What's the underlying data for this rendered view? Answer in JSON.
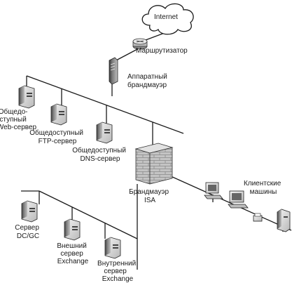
{
  "labels": {
    "internet": "Internet",
    "router": "Маршрутизатор",
    "hw_firewall": [
      "Аппаратный",
      "брандмауэр"
    ],
    "web_server": [
      "Общедо-",
      "ступный",
      "Web-сервер"
    ],
    "ftp_server": [
      "Общедоступный",
      "FTP-сервер"
    ],
    "dns_server": [
      "Общедоступный",
      "DNS-сервер"
    ],
    "isa_firewall": [
      "Брандмауэр",
      "ISA"
    ],
    "clients": [
      "Клиентские",
      "машины"
    ],
    "dc_server": [
      "Сервер",
      "DC/GC"
    ],
    "exchange_external": [
      "Внешний",
      "сервер",
      "Exchange"
    ],
    "exchange_internal": [
      "Внутренний",
      "сервер",
      "Exchange"
    ]
  },
  "icons": {
    "cloud": "cloud-icon",
    "router": "router-icon",
    "hw_firewall": "hardware-firewall-icon",
    "server": "server-tower-icon",
    "brick_wall": "brick-firewall-icon",
    "workstation": "workstation-icon",
    "printer": "printer-icon"
  },
  "colors": {
    "line": "#1a1a1a",
    "device_light": "#e6e6e6",
    "device_dark": "#555555",
    "brick": "#bdbdbd",
    "mortar": "#8a8a8a"
  }
}
